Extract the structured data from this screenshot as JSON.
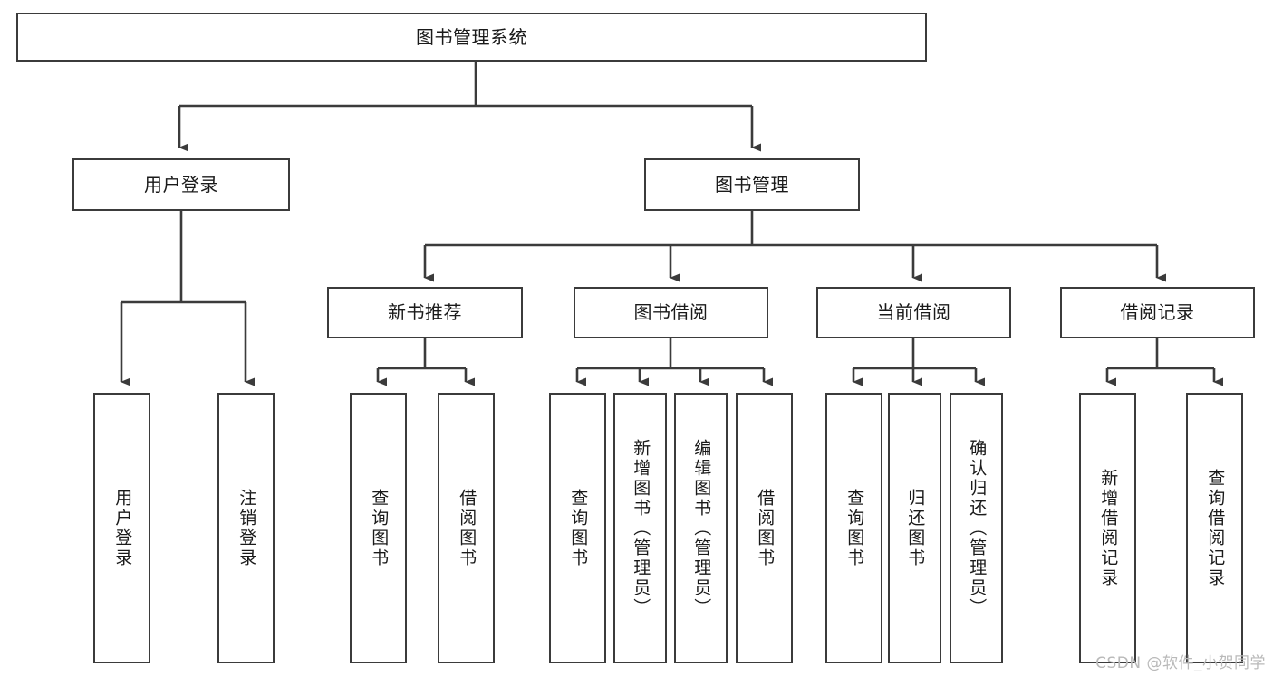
{
  "diagram": {
    "title": "图书管理系统",
    "type": "tree-hierarchy",
    "colors": {
      "box_border": "#3b3b3b",
      "box_fill": "#ffffff",
      "connector": "#3b3b3b",
      "text": "#1a1a1a",
      "watermark": "#b9b9b9"
    },
    "root": {
      "label": "图书管理系统"
    },
    "level2": [
      {
        "label": "用户登录"
      },
      {
        "label": "图书管理"
      }
    ],
    "level3": [
      {
        "label": "新书推荐"
      },
      {
        "label": "图书借阅"
      },
      {
        "label": "当前借阅"
      },
      {
        "label": "借阅记录"
      }
    ],
    "leaves": {
      "user_login": [
        {
          "label": "用户登录"
        },
        {
          "label": "注销登录"
        }
      ],
      "new_book_recommend": [
        {
          "label": "查询图书"
        },
        {
          "label": "借阅图书"
        }
      ],
      "book_borrow": [
        {
          "label": "查询图书"
        },
        {
          "label": "新增图书（管理员）"
        },
        {
          "label": "编辑图书（管理员）"
        },
        {
          "label": "借阅图书"
        }
      ],
      "current_borrow": [
        {
          "label": "查询图书"
        },
        {
          "label": "归还图书"
        },
        {
          "label": "确认归还（管理员）"
        }
      ],
      "borrow_record": [
        {
          "label": "新增借阅记录"
        },
        {
          "label": "查询借阅记录"
        }
      ]
    }
  },
  "watermark": {
    "text": "CSDN @软件_小贺同学"
  }
}
